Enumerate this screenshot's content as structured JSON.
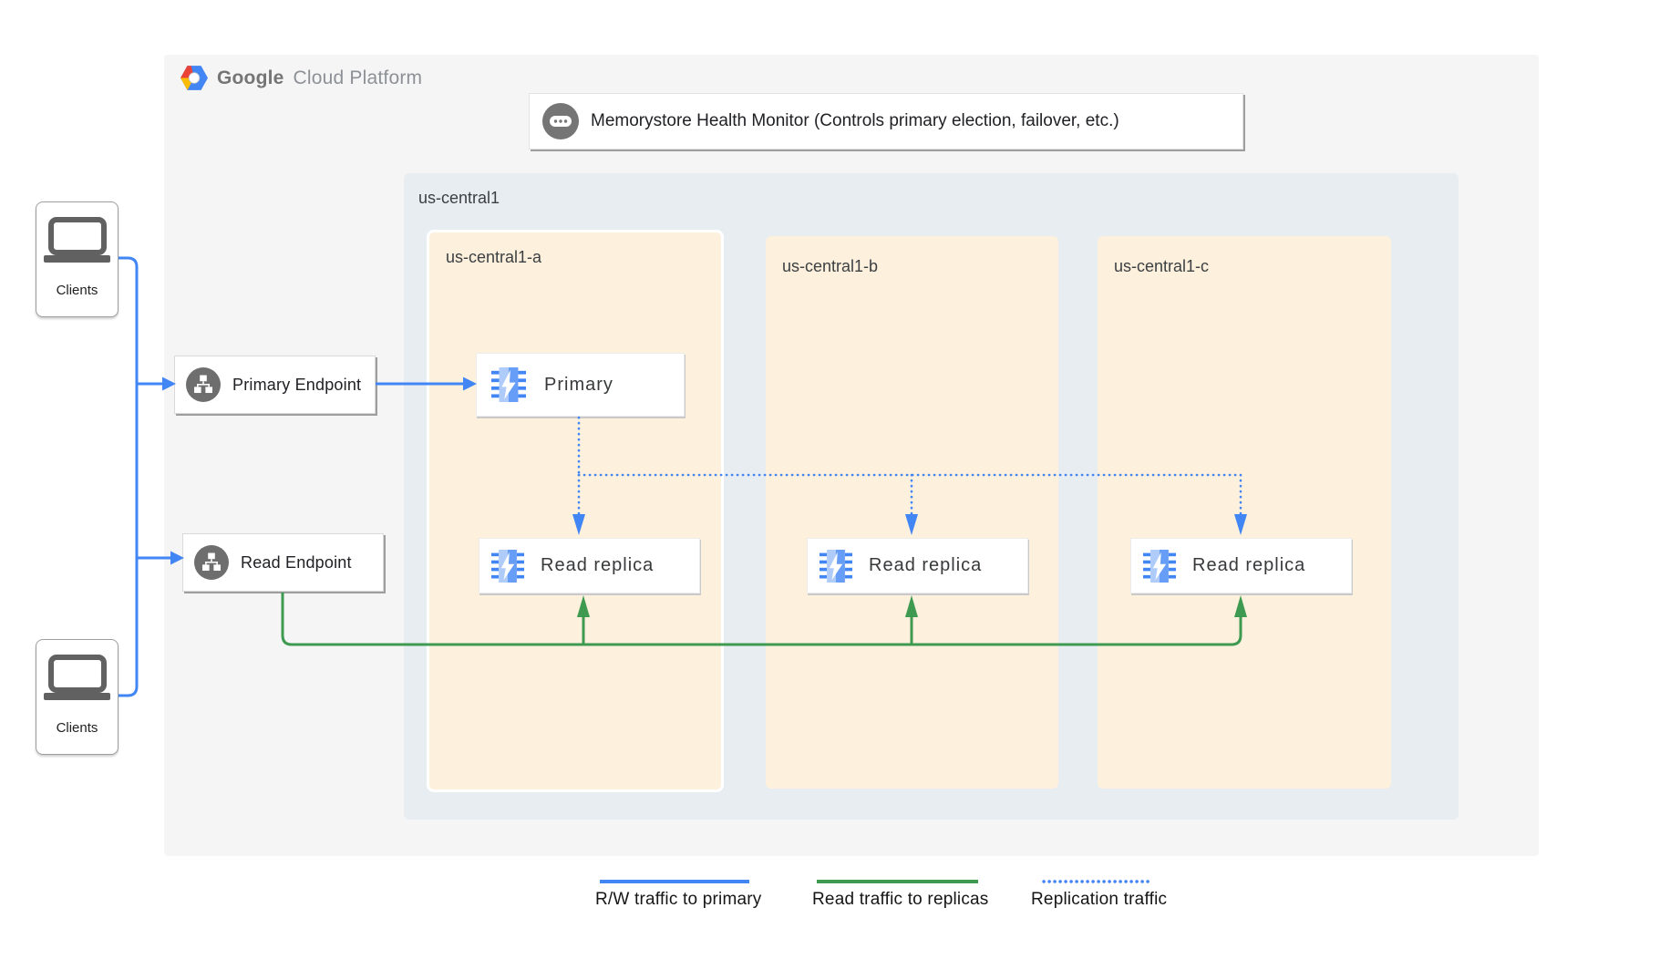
{
  "colors": {
    "outer_bg": "#f5f5f5",
    "region_bg": "#e8edf2",
    "zone_bg": "#fdf0dc",
    "blue": "#4285f4",
    "green": "#3d9a50",
    "icon_gray": "#6e6e6e",
    "text_dark": "#202124",
    "label_gray": "#3c4043"
  },
  "logo": {
    "part1": "Google",
    "part2": "Cloud Platform",
    "icon": "gcp-hexagon-logo"
  },
  "health_monitor": {
    "label": "Memorystore Health Monitor (Controls primary election, failover, etc.)",
    "icon": "chat-ellipsis-icon"
  },
  "clients_top": {
    "label": "Clients",
    "icon": "laptop-icon"
  },
  "clients_bottom": {
    "label": "Clients",
    "icon": "laptop-icon"
  },
  "endpoints": {
    "primary": {
      "label": "Primary Endpoint",
      "icon": "network-sitemap-icon"
    },
    "read": {
      "label": "Read Endpoint",
      "icon": "network-sitemap-icon"
    }
  },
  "region": {
    "label": "us-central1",
    "zones": [
      {
        "label": "us-central1-a"
      },
      {
        "label": "us-central1-b"
      },
      {
        "label": "us-central1-c"
      }
    ]
  },
  "nodes": {
    "primary": {
      "label": "Primary",
      "icon": "memorystore-chip-bolt-icon"
    },
    "replica_a": {
      "label": "Read replica",
      "icon": "memorystore-chip-bolt-icon"
    },
    "replica_b": {
      "label": "Read replica",
      "icon": "memorystore-chip-bolt-icon"
    },
    "replica_c": {
      "label": "Read replica",
      "icon": "memorystore-chip-bolt-icon"
    }
  },
  "legend": [
    {
      "label": "R/W traffic to primary",
      "style": "solid",
      "color": "#4285f4"
    },
    {
      "label": "Read traffic to replicas",
      "style": "solid",
      "color": "#3d9a50"
    },
    {
      "label": "Replication traffic",
      "style": "dotted",
      "color": "#4285f4"
    }
  ]
}
